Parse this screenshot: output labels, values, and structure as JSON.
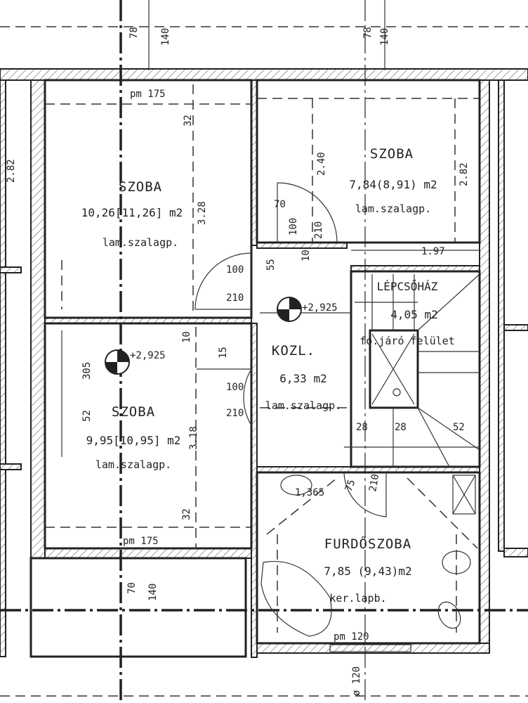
{
  "rooms": [
    {
      "name": "SZOBA",
      "area": "10,26[11,26] m2",
      "floor": "lam.szalagp."
    },
    {
      "name": "SZOBA",
      "area": "7,84(8,91) m2",
      "floor": "lam.szalagp."
    },
    {
      "name": "SZOBA",
      "area": "9,95[10,95] m2",
      "floor": "lam.szalagp."
    },
    {
      "name": "KOZL.",
      "area": "6,33 m2",
      "floor": "lam.szalagp."
    },
    {
      "name": "LÉPCSŐHÁZ",
      "area": "4,05 m2",
      "floor": "fo.járó felület"
    },
    {
      "name": "FURDŐSZOBA",
      "area": "7,85 (9,43)m2",
      "floor": "ker.lapb."
    }
  ],
  "elevations": [
    "+2,925",
    "+2,925"
  ],
  "dimensions": {
    "top_left_78": "78",
    "top_left_140": "140",
    "top_right_78": "78",
    "top_right_140": "140",
    "pm175_top": "pm 175",
    "d32_top": "32",
    "d328": "3.28",
    "d282_left": "2.82",
    "d240": "2.40",
    "d282_right": "2.82",
    "d70": "70",
    "d100_a": "100",
    "d210_a": "210",
    "d55": "55",
    "d10_a": "10",
    "d197": "1.97",
    "door_left_100": "100",
    "door_left_210": "210",
    "door2_100": "100",
    "door2_210": "210",
    "d10_b": "10",
    "d15": "15",
    "d318": "3.18",
    "d305": "305",
    "d52_left": "52",
    "d32_bottom": "32",
    "pm175_bottom": "pm 175",
    "d28a": "28",
    "d28b": "28",
    "d52_stair": "52",
    "d75": "75",
    "d210_bath": "210",
    "d1365": "1,365",
    "pm120": "pm 120",
    "phi120": "ø 120",
    "bottom_70": "70",
    "bottom_140": "140"
  }
}
